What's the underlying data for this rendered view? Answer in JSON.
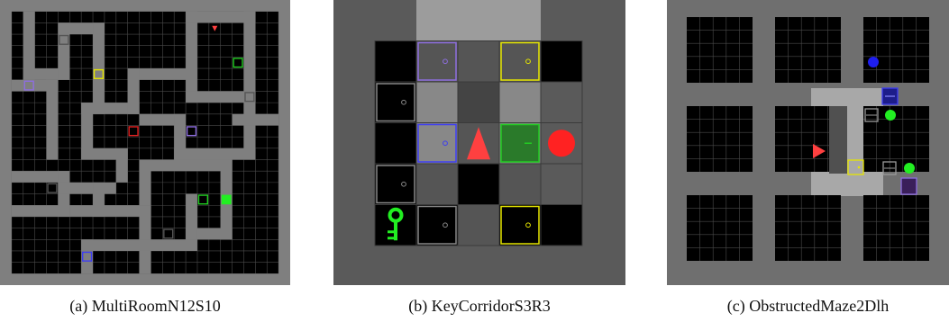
{
  "figure": {
    "panels": [
      {
        "id": "a",
        "caption": "(a) MultiRoomN12S10"
      },
      {
        "id": "b",
        "caption": "(b) KeyCorridorS3R3"
      },
      {
        "id": "c",
        "caption": "(c) ObstructedMaze2Dlh"
      }
    ]
  },
  "colors": {
    "wall": "#7f7f7f",
    "floor": "#000000",
    "gridline": "#4a4a4a",
    "visible_highlight": "#b3b3b3",
    "agent": "#ff4040",
    "goal": "#22ee22",
    "door_purple": "#8e6ee0",
    "door_yellow": "#e6e600",
    "door_blue": "#3d3df2",
    "door_green": "#22cc22",
    "door_red": "#e22222",
    "door_grey": "#888888",
    "key_green": "#22ee22",
    "ball_red": "#ff2222",
    "ball_blue": "#1e1ef0",
    "ball_green": "#22ee22",
    "box_grey": "#9a9a9a"
  },
  "icons": {
    "agent": "triangle-agent-icon",
    "key": "key-icon",
    "ball": "ball-icon",
    "door": "door-icon",
    "box": "box-icon",
    "goal": "goal-square-icon"
  }
}
